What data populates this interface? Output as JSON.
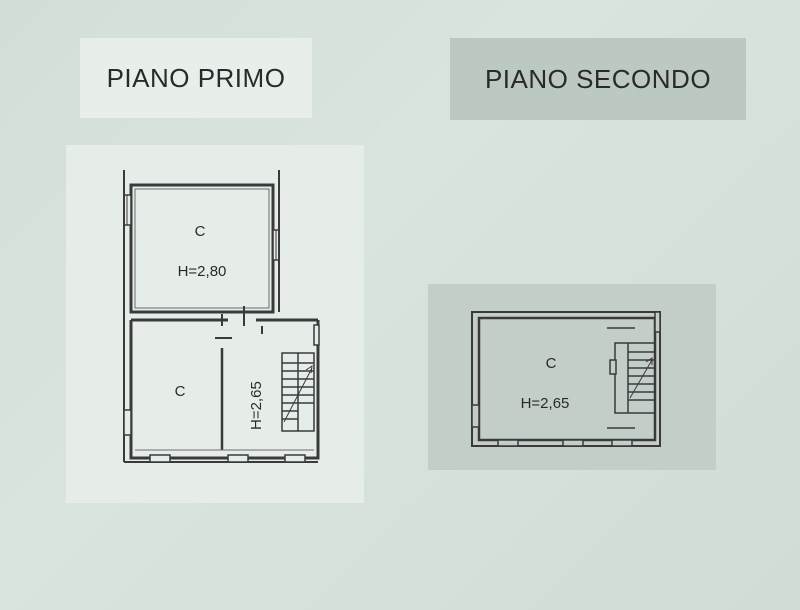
{
  "left_plan": {
    "title": "PIANO PRIMO",
    "room_upper_label": "C",
    "room_upper_height": "H=2,80",
    "room_lower_label": "C",
    "stair_height": "H=2,65"
  },
  "right_plan": {
    "title": "PIANO SECONDO",
    "room_label": "C",
    "room_height": "H=2,65"
  }
}
